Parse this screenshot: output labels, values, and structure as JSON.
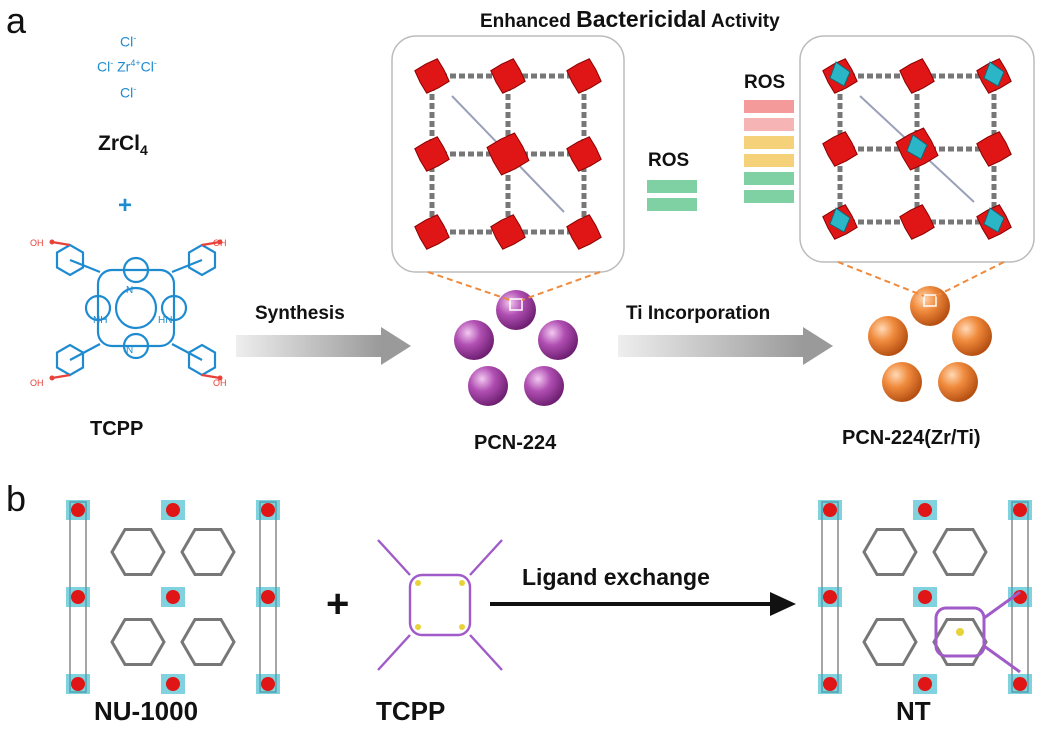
{
  "title": {
    "prefix": "Enhanced ",
    "main": "Bactericidal",
    "suffix": " Activity"
  },
  "panel_a": {
    "letter": "a",
    "zrcl4_ions": {
      "cl": "Cl",
      "minus": "-",
      "zr": "Zr",
      "zr_charge": "4+"
    },
    "zrcl4_label": "ZrCl",
    "zrcl4_sub": "4",
    "plus": "+",
    "oh": "OH",
    "nh": "NH",
    "hn": "HN",
    "n": "N",
    "tcpp_label": "TCPP",
    "arrow1_label": "Synthesis",
    "pcn_label": "PCN-224",
    "arrow2_label": "Ti Incorporation",
    "pcn_zrti_label": "PCN-224(Zr/Ti)",
    "ros_left": "ROS",
    "ros_right": "ROS",
    "ros_left_bars": [
      "#7fd1a3",
      "#7fd1a3"
    ],
    "ros_right_bars": [
      "#f59a9a",
      "#f7b4b4",
      "#f5d27a",
      "#f5d27a",
      "#7fd1a3",
      "#7fd1a3"
    ],
    "pcn_sphere_color": "#b14fb3",
    "pcn_zrti_sphere_color": "#f08a3c"
  },
  "panel_b": {
    "letter": "b",
    "nu_label": "NU-1000",
    "plus": "+",
    "tcpp_label": "TCPP",
    "arrow_label": "Ligand exchange",
    "nt_label": "NT"
  },
  "colors": {
    "ligand_blue": "#1e8bd1",
    "oxygen_red": "#e8413a",
    "zr_red": "#e01515",
    "ti_cyan": "#2bb6c8",
    "linker_gray": "#777777",
    "tcpp_purple": "#a05bc9",
    "sulfur_yellow": "#e8d23a",
    "dash_orange": "#f08a3c"
  }
}
